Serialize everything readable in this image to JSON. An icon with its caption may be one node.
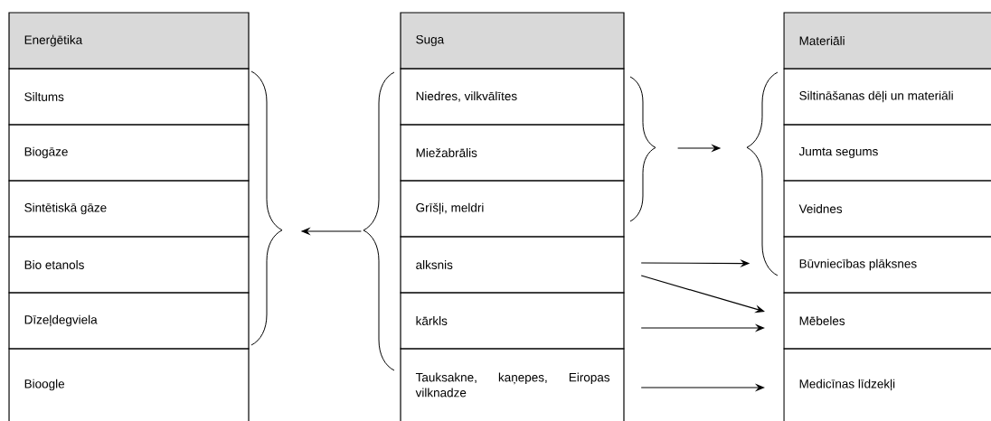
{
  "diagram": {
    "nodes": [
      {
        "text": [
          "Enerģētika"
        ]
      },
      {
        "text": [
          "Siltums"
        ]
      },
      {
        "text": [
          "Biogāze"
        ]
      },
      {
        "text": [
          "Sintētiskā gāze"
        ]
      },
      {
        "text": [
          "Bio etanols"
        ]
      },
      {
        "text": [
          "Dīzeļdegviela"
        ]
      },
      {
        "text": [
          "Bioogle"
        ]
      },
      {
        "text": [
          "Suga"
        ]
      },
      {
        "text": [
          "Niedres, vilkvālītes"
        ]
      },
      {
        "text": [
          "Miežabrālis"
        ]
      },
      {
        "text": [
          "Grīšļi, meldri"
        ]
      },
      {
        "text": [
          "alksnis"
        ]
      },
      {
        "text": [
          "kārkls"
        ]
      },
      {
        "text": [
          "Tauksakne, kaņepes, Eiropas vilknadze"
        ]
      },
      {
        "text": [
          "Materiāli"
        ]
      },
      {
        "text": [
          "Siltināšanas dēļi un materiāli"
        ]
      },
      {
        "text": [
          "Jumta segums"
        ]
      },
      {
        "text": [
          "Veidnes"
        ]
      },
      {
        "text": [
          "Būvniecības plāksnes"
        ]
      },
      {
        "text": [
          "Mēbeles"
        ]
      },
      {
        "text": [
          "Medicīnas līdzekļi"
        ]
      },
      {
        "text": [],
        "shape": "brace"
      },
      {
        "text": [],
        "shape": "brace"
      },
      {
        "text": [],
        "shape": "brace"
      },
      {
        "text": [],
        "shape": "brace"
      }
    ],
    "edges": [
      {
        "from": 22,
        "to": 21,
        "arrow": "to"
      },
      {
        "from": 23,
        "to": 24,
        "arrow": "to"
      },
      {
        "from": 11,
        "to": 24,
        "arrow": "to"
      },
      {
        "from": 11,
        "to": 19,
        "arrow": "to"
      },
      {
        "from": 12,
        "to": 19,
        "arrow": "to"
      },
      {
        "from": 13,
        "to": 20,
        "arrow": "to"
      }
    ]
  }
}
